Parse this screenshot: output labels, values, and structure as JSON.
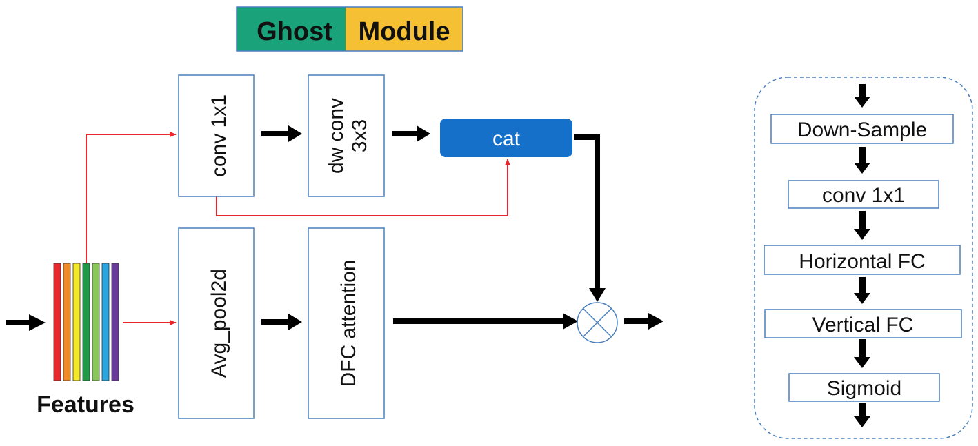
{
  "title": {
    "left": "Ghost",
    "right": "Module",
    "left_color": "#1aa37a",
    "right_color": "#f5c034",
    "border_color": "#4a7fbf"
  },
  "features": {
    "label": "Features",
    "stripe_colors": [
      "#e8272c",
      "#f28a26",
      "#f5e72a",
      "#1f9a48",
      "#8ac75a",
      "#2aa5e0",
      "#6a3b9c"
    ]
  },
  "blocks": {
    "conv1x1": "conv 1x1",
    "dwconv_line1": "dw conv",
    "dwconv_line2": "3x3",
    "cat": "cat",
    "avgpool": "Avg_pool2d",
    "dfc": "DFC attention"
  },
  "dfc_detail": {
    "steps": [
      "Down-Sample",
      "conv 1x1",
      "Horizontal FC",
      "Vertical FC",
      "Sigmoid"
    ]
  },
  "colors": {
    "box_border": "#4a7fbf",
    "cat_fill": "#1570c9",
    "red_line": "#e8272c",
    "arrow": "#000000",
    "dash_border": "#4a7fbf"
  }
}
